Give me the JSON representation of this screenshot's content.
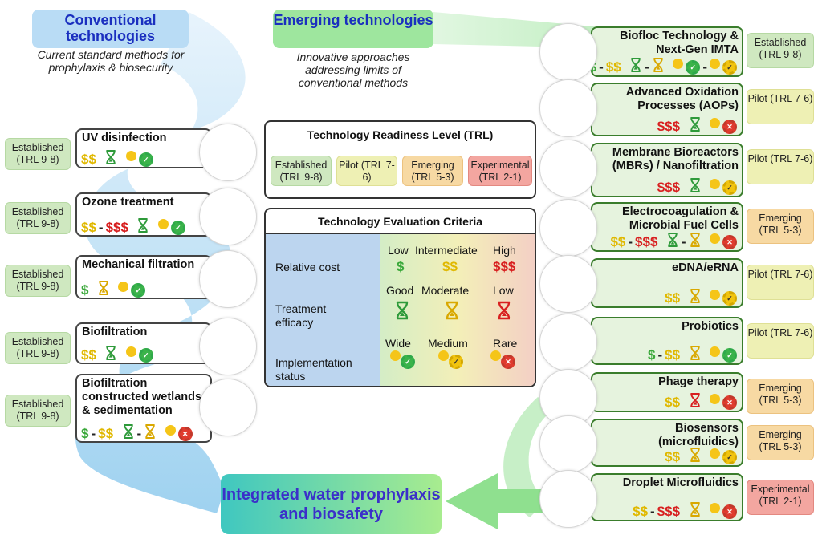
{
  "conventional": {
    "title": "Conventional technologies",
    "subtitle": "Current standard methods for prophylaxis & biosecurity",
    "items": [
      {
        "title": "UV disinfection",
        "cost": [
          "$$"
        ],
        "efficacy": "good",
        "status": "wide",
        "trl": "Established (TRL 9-8)",
        "trl_level": "established",
        "icon": "uv-lamp-icon"
      },
      {
        "title": "Ozone treatment",
        "cost": [
          "$$",
          "-",
          "$$$"
        ],
        "efficacy": "good",
        "status": "wide",
        "trl": "Established (TRL 9-8)",
        "trl_level": "established",
        "icon": "ozone-generator-icon"
      },
      {
        "title": "Mechanical filtration",
        "cost": [
          "$"
        ],
        "efficacy": "moderate",
        "status": "wide",
        "trl": "Established (TRL 9-8)",
        "trl_level": "established",
        "icon": "filtration-plant-icon"
      },
      {
        "title": "Biofiltration",
        "cost": [
          "$$"
        ],
        "efficacy": "good",
        "status": "wide",
        "trl": "Established (TRL 9-8)",
        "trl_level": "established",
        "icon": "biofilter-tank-icon"
      },
      {
        "title": "Biofiltration constructed wetlands & sedimentation",
        "cost": [
          "$",
          "-",
          "$$"
        ],
        "efficacy": "good-moderate",
        "status": "rare",
        "trl": "Established (TRL 9-8)",
        "trl_level": "established",
        "icon": "wetland-icon"
      }
    ]
  },
  "emerging": {
    "title": "Emerging technologies",
    "subtitle": "Innovative approaches addressing limits of conventional methods",
    "items": [
      {
        "title": "Biofloc Technology & Next-Gen IMTA",
        "cost": [
          "$",
          "-",
          "$$"
        ],
        "efficacy": "good-moderate",
        "status": "wide-medium",
        "trl": "Established (TRL 9-8)",
        "trl_level": "established",
        "icon": "fish-biofloc-icon"
      },
      {
        "title": "Advanced Oxidation Processes (AOPs)",
        "cost": [
          "$$$"
        ],
        "efficacy": "good",
        "status": "rare",
        "trl": "Pilot (TRL 7-6)",
        "trl_level": "pilot",
        "icon": "ros-lamp-icon"
      },
      {
        "title": "Membrane Bioreactors (MBRs) / Nanofiltration",
        "cost": [
          "$$$"
        ],
        "efficacy": "good",
        "status": "medium",
        "trl": "Pilot (TRL 7-6)",
        "trl_level": "pilot",
        "icon": "membrane-bioreactor-icon"
      },
      {
        "title": "Electrocoagulation & Microbial Fuel Cells",
        "cost": [
          "$$",
          "-",
          "$$$"
        ],
        "efficacy": "good-moderate",
        "status": "rare",
        "trl": "Emerging (TRL 5-3)",
        "trl_level": "emerging",
        "icon": "fuel-cell-icon"
      },
      {
        "title": "eDNA/eRNA",
        "cost": [
          "$$"
        ],
        "efficacy": "moderate",
        "status": "medium",
        "trl": "Pilot (TRL 7-6)",
        "trl_level": "pilot",
        "icon": "dna-strand-icon"
      },
      {
        "title": "Probiotics",
        "cost": [
          "$",
          "-",
          "$$"
        ],
        "efficacy": "moderate",
        "status": "wide",
        "trl": "Pilot (TRL 7-6)",
        "trl_level": "pilot",
        "icon": "bacteria-icon"
      },
      {
        "title": "Phage therapy",
        "cost": [
          "$$"
        ],
        "efficacy": "low",
        "status": "rare",
        "trl": "Emerging (TRL 5-3)",
        "trl_level": "emerging",
        "icon": "bacteriophage-icon"
      },
      {
        "title": "Biosensors (microfluidics)",
        "cost": [
          "$$"
        ],
        "efficacy": "moderate",
        "status": "medium",
        "trl": "Emerging (TRL 5-3)",
        "trl_level": "emerging",
        "icon": "biosensor-chip-icon"
      },
      {
        "title": "Droplet Microfluidics",
        "cost": [
          "$$",
          "-",
          "$$$"
        ],
        "efficacy": "moderate",
        "status": "rare",
        "trl": "Experimental (TRL 2-1)",
        "trl_level": "experimental",
        "icon": "microfluidic-chip-icon"
      }
    ]
  },
  "trl_panel": {
    "title": "Technology Readiness Level (TRL)",
    "levels": [
      "Established (TRL 9-8)",
      "Pilot (TRL 7-6)",
      "Emerging (TRL 5-3)",
      "Experimental (TRL 2-1)"
    ]
  },
  "criteria_panel": {
    "title": "Technology Evaluation Criteria",
    "rows": [
      {
        "label": "Relative cost",
        "columns": [
          "Low",
          "Intermediate",
          "High"
        ],
        "symbols": [
          "$",
          "$$",
          "$$$"
        ]
      },
      {
        "label": "Treatment efficacy",
        "columns": [
          "Good",
          "Moderate",
          "Low"
        ]
      },
      {
        "label": "Implementation status",
        "columns": [
          "Wide",
          "Medium",
          "Rare"
        ]
      }
    ]
  },
  "result": {
    "title": "Integrated water prophylaxis and biosafety"
  },
  "colors": {
    "green": "#3aa83a",
    "yellow": "#e0b800",
    "red": "#d82020",
    "conv_blue": "#1a2fbf",
    "emerg_green": "#2e8b2e"
  }
}
